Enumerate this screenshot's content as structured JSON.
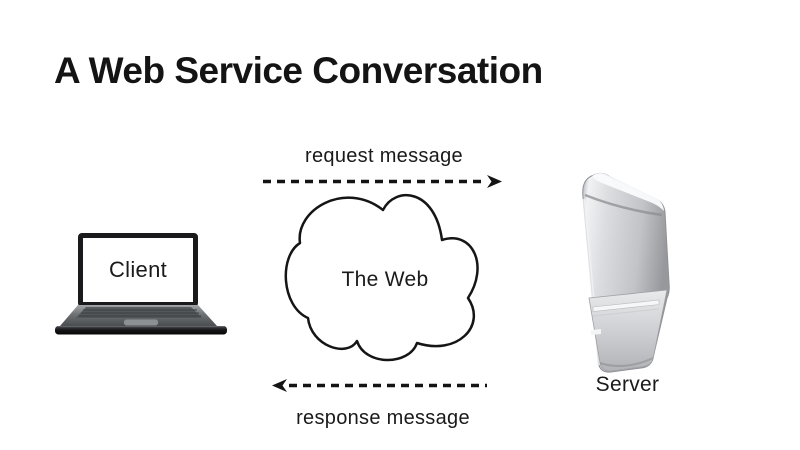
{
  "slide": {
    "title": "A Web Service Conversation",
    "background_color": "#ffffff",
    "text_color": "#141414"
  },
  "nodes": {
    "client": {
      "label": "Client",
      "icon": "laptop-icon"
    },
    "web": {
      "label": "The Web",
      "icon": "cloud-icon"
    },
    "server": {
      "label": "Server",
      "icon": "server-tower-icon"
    }
  },
  "flows": {
    "request": {
      "label": "request message",
      "direction": "left-to-right",
      "line_style": "dashed",
      "color": "#141414"
    },
    "response": {
      "label": "response message",
      "direction": "right-to-left",
      "line_style": "dashed",
      "color": "#141414"
    }
  }
}
